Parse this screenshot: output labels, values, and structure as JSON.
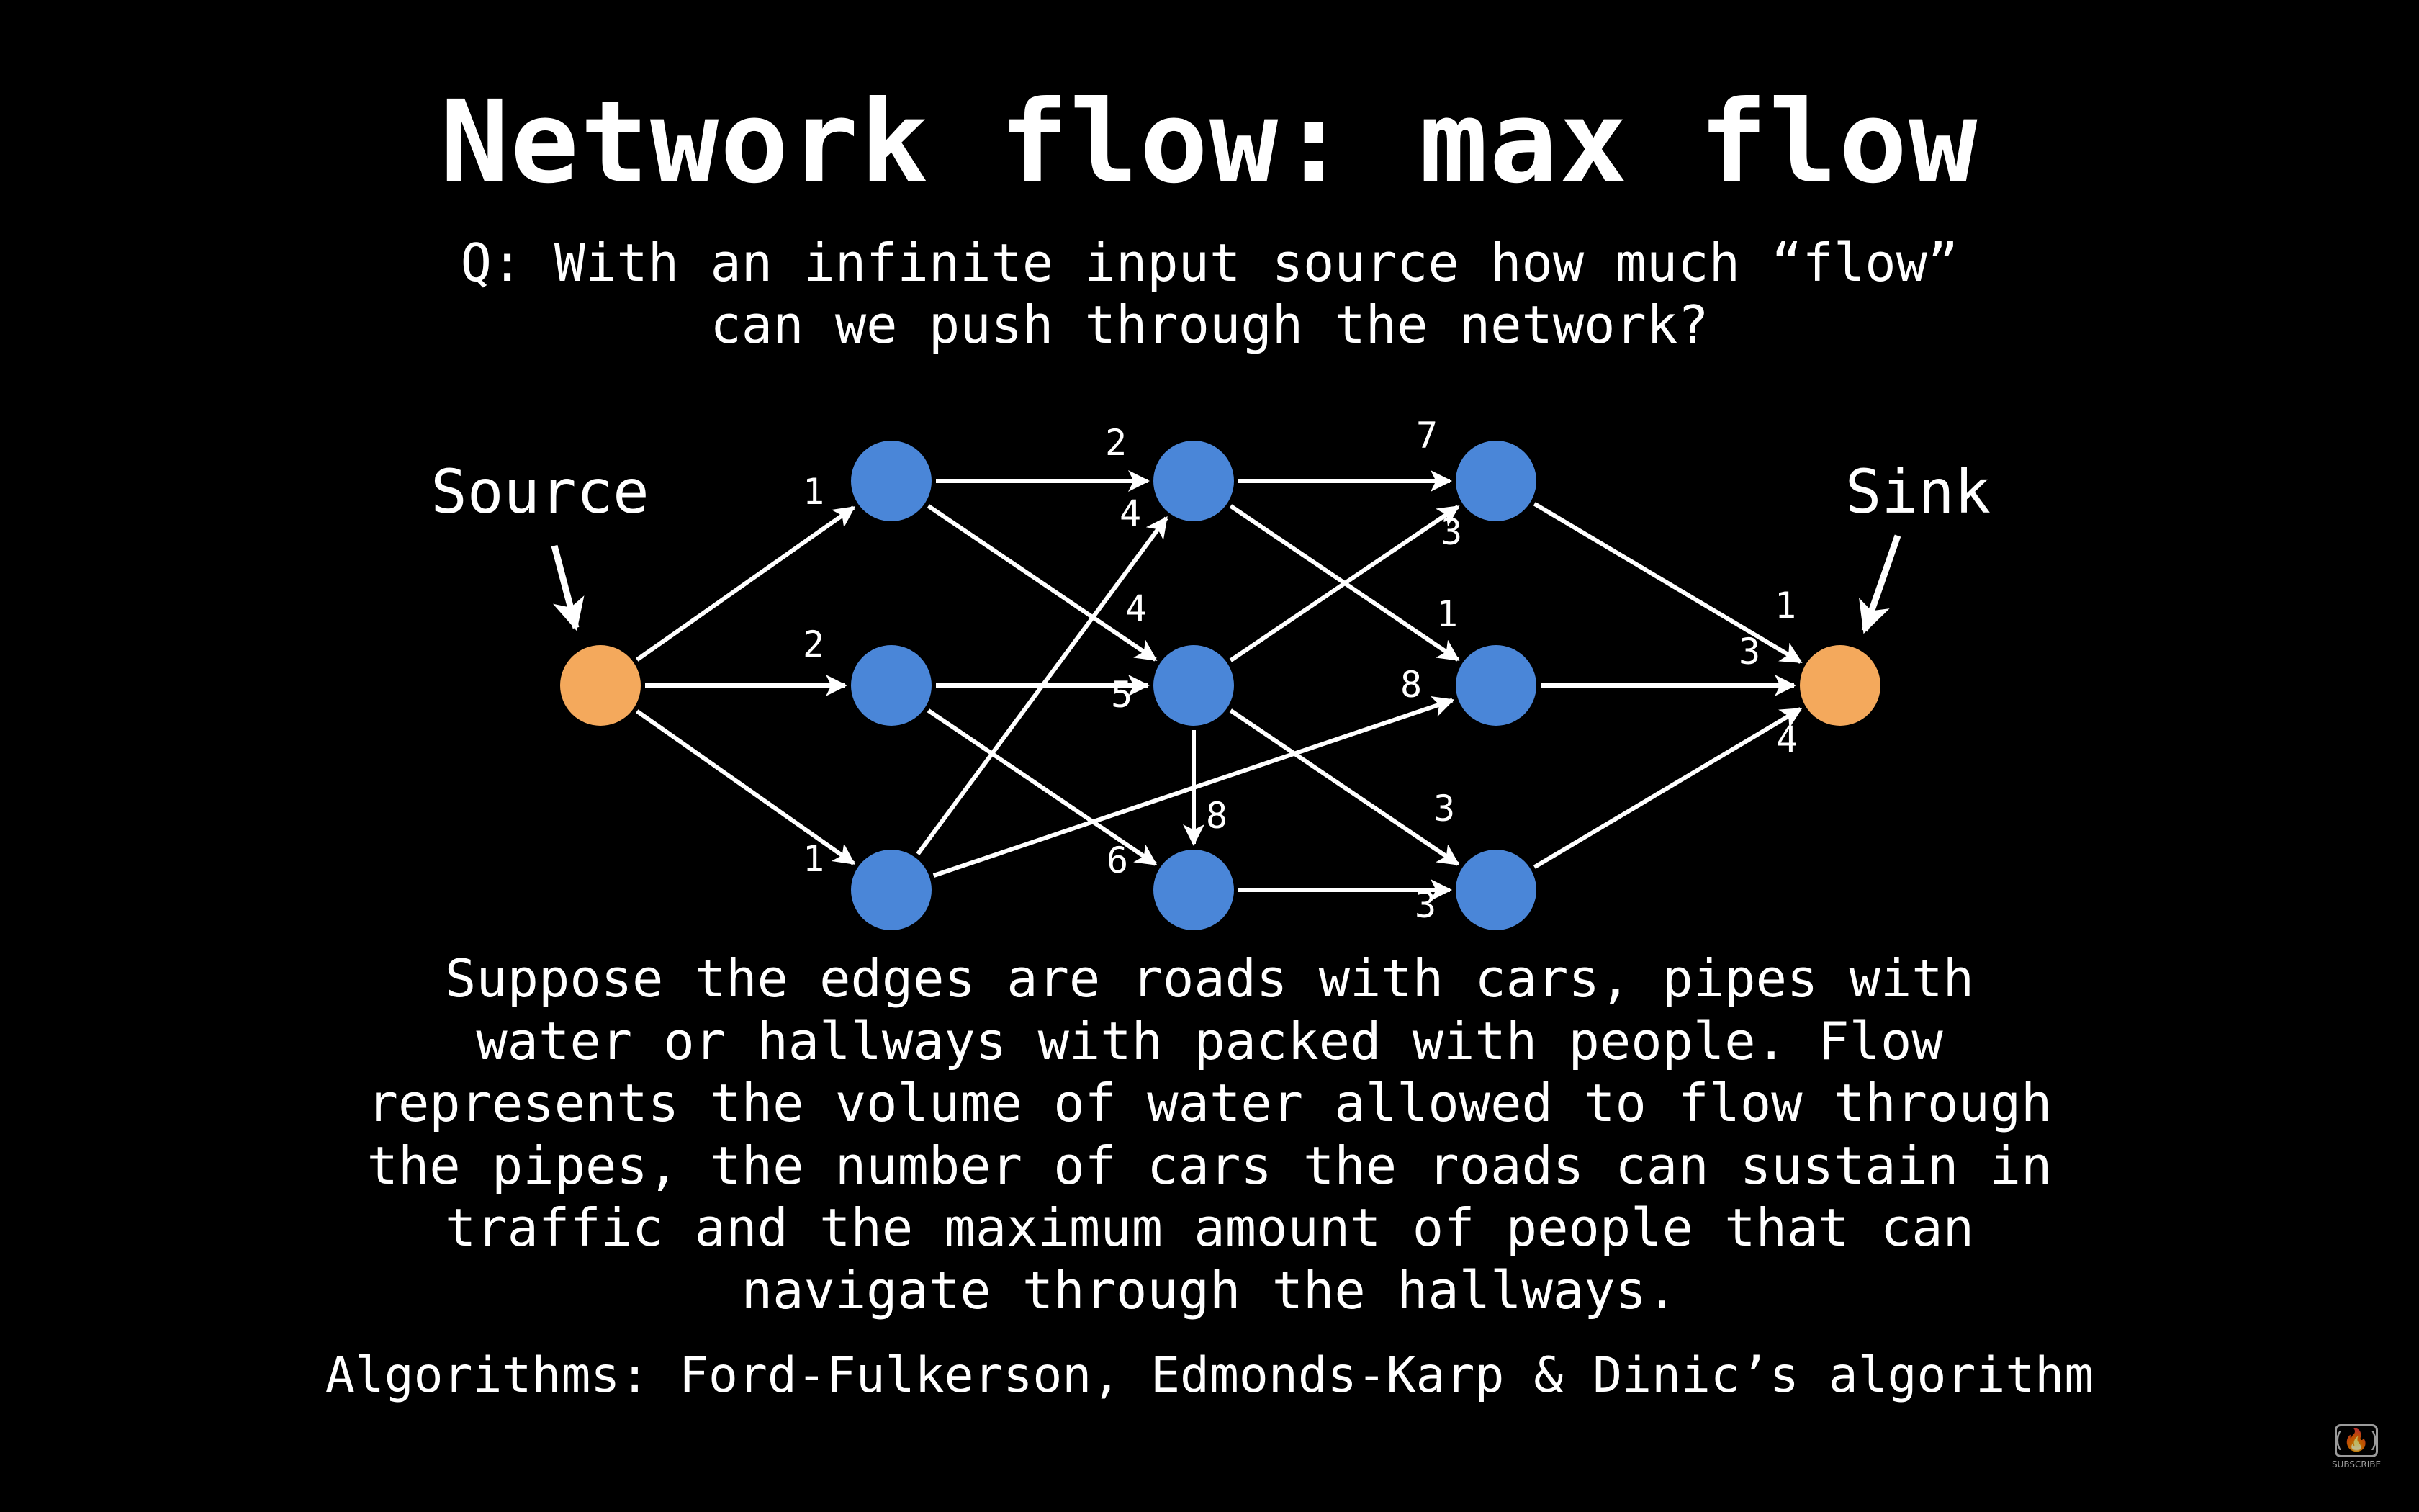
{
  "slide": {
    "title": "Network flow: max flow",
    "question": "Q: With an infinite input source how much “flow”\ncan we push through the network?",
    "description": "Suppose the edges are roads with cars, pipes with\nwater or hallways with packed with people. Flow\nrepresents the volume of water allowed to flow through\nthe pipes, the number of cars the roads can sustain in\ntraffic and the maximum amount of people that can\nnavigate through the hallways.",
    "algorithms": "Algorithms: Ford-Fulkerson, Edmonds-Karp & Dinic’s algorithm"
  },
  "graph": {
    "source_label": "Source",
    "sink_label": "Sink",
    "colors": {
      "endpoint": "#F4A95C",
      "node": "#4A86D8",
      "edge": "#FFFFFF",
      "background": "#000000"
    },
    "nodes": [
      {
        "id": "s",
        "kind": "endpoint"
      },
      {
        "id": "a1",
        "kind": "node"
      },
      {
        "id": "a2",
        "kind": "node"
      },
      {
        "id": "a3",
        "kind": "node"
      },
      {
        "id": "b1",
        "kind": "node"
      },
      {
        "id": "b2",
        "kind": "node"
      },
      {
        "id": "b3",
        "kind": "node"
      },
      {
        "id": "c1",
        "kind": "node"
      },
      {
        "id": "c2",
        "kind": "node"
      },
      {
        "id": "c3",
        "kind": "node"
      },
      {
        "id": "t",
        "kind": "endpoint"
      }
    ],
    "edges": [
      {
        "from": "s",
        "to": "a1",
        "capacity": "1"
      },
      {
        "from": "s",
        "to": "a2",
        "capacity": "2"
      },
      {
        "from": "s",
        "to": "a3",
        "capacity": "1"
      },
      {
        "from": "a1",
        "to": "b1",
        "capacity": "2"
      },
      {
        "from": "a1",
        "to": "b2",
        "capacity": "4"
      },
      {
        "from": "a2",
        "to": "b2",
        "capacity": "5"
      },
      {
        "from": "a2",
        "to": "b3",
        "capacity": "6"
      },
      {
        "from": "a3",
        "to": "b1",
        "capacity": "4"
      },
      {
        "from": "a3",
        "to": "c2",
        "capacity": "8"
      },
      {
        "from": "b1",
        "to": "c1",
        "capacity": "7"
      },
      {
        "from": "b1",
        "to": "c2",
        "capacity": "1"
      },
      {
        "from": "b2",
        "to": "c1",
        "capacity": "3"
      },
      {
        "from": "b2",
        "to": "b3",
        "capacity": "8"
      },
      {
        "from": "b2",
        "to": "c3",
        "capacity": "3"
      },
      {
        "from": "b3",
        "to": "c3",
        "capacity": "3"
      },
      {
        "from": "c1",
        "to": "t",
        "capacity": "1"
      },
      {
        "from": "c2",
        "to": "t",
        "capacity": "3"
      },
      {
        "from": "c3",
        "to": "t",
        "capacity": "4"
      }
    ]
  },
  "badge": {
    "icon": "flame-icon",
    "text": "SUBSCRIBE"
  }
}
